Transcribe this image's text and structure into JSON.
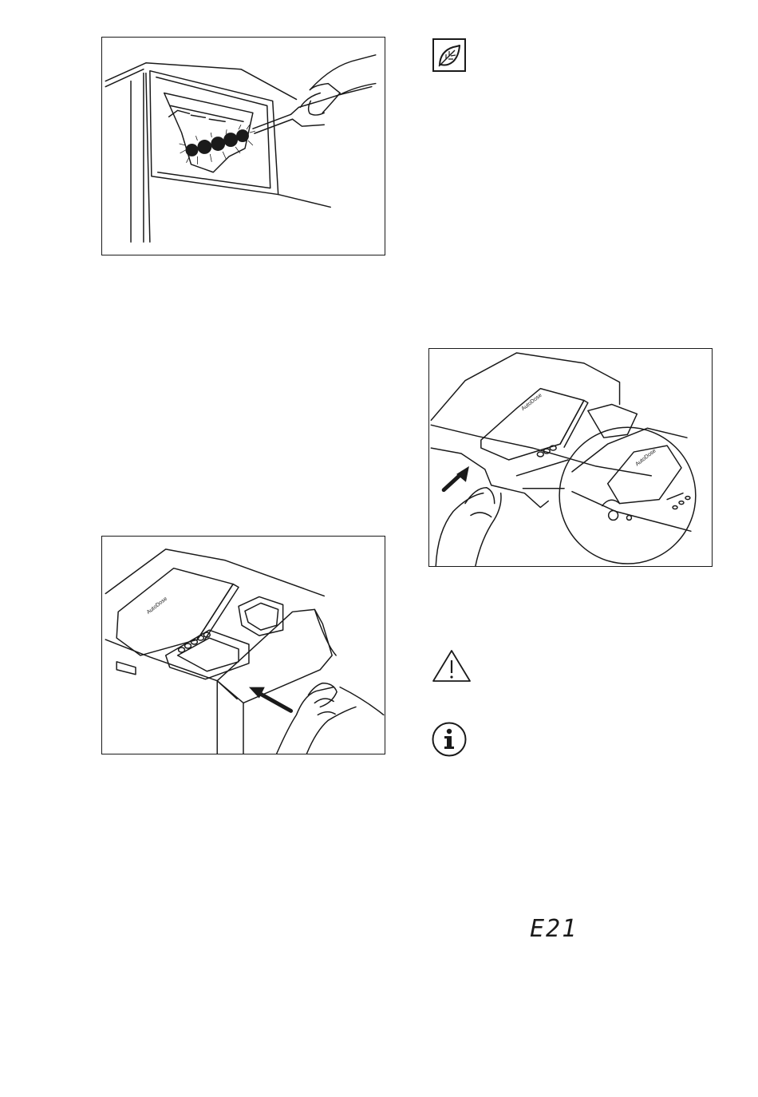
{
  "figures": {
    "brush_cleaning": {
      "icon": "brush-dispenser-cleaning"
    },
    "insert_drawer": {
      "icon": "drawer-insertion",
      "drawer_label": "AutoDose"
    },
    "release_drawer": {
      "icon": "drawer-release-latch",
      "drawer_label": "AutoDose"
    }
  },
  "icons": {
    "eco": "leaf-icon",
    "warning": "warning-triangle-icon",
    "info": "info-icon"
  },
  "display": {
    "error_code": "E21"
  }
}
